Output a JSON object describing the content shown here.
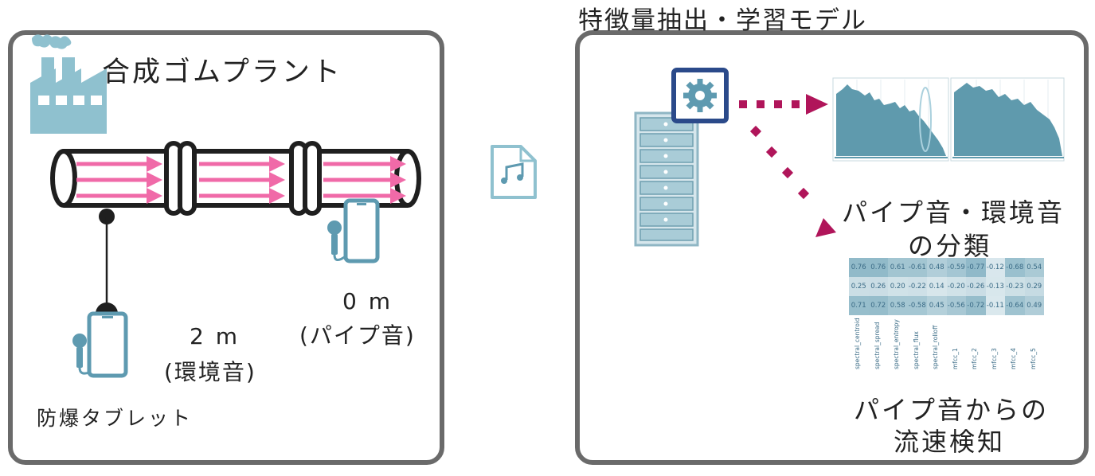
{
  "left_panel": {
    "title": "合成ゴムプラント",
    "distance_near": "0 m",
    "distance_near_label": "(パイプ音)",
    "distance_far": "2 m",
    "distance_far_label": "(環境音)",
    "device_label": "防爆タブレット"
  },
  "right_panel": {
    "title": "特徴量抽出・学習モデル",
    "classification_line1": "パイプ音・環境音",
    "classification_line2": "の分類",
    "detection_line1": "パイプ音からの",
    "detection_line2": "流速検知"
  },
  "heatmap": {
    "features": [
      "spectral_centroid",
      "spectral_spread",
      "spectral_entropy",
      "spectral_flux",
      "spectral_rolloff",
      "mfcc_1",
      "mfcc_2",
      "mfcc_3",
      "mfcc_4",
      "mfcc_5"
    ],
    "rows": [
      [
        "0.76",
        "0.76",
        "0.61",
        "-0.61",
        "0.48",
        "-0.59",
        "-0.77",
        "-0.12",
        "-0.68",
        "0.54"
      ],
      [
        "0.25",
        "0.26",
        "0.20",
        "-0.22",
        "0.14",
        "-0.20",
        "-0.26",
        "-0.13",
        "-0.23",
        "0.29"
      ],
      [
        "0.71",
        "0.72",
        "0.58",
        "-0.58",
        "0.45",
        "-0.56",
        "-0.72",
        "-0.11",
        "-0.64",
        "0.49"
      ]
    ],
    "values": [
      [
        0.76,
        0.76,
        0.61,
        -0.61,
        0.48,
        -0.59,
        -0.77,
        -0.12,
        -0.68,
        0.54
      ],
      [
        0.25,
        0.26,
        0.2,
        -0.22,
        0.14,
        -0.2,
        -0.26,
        -0.13,
        -0.23,
        0.29
      ],
      [
        0.71,
        0.72,
        0.58,
        -0.58,
        0.45,
        -0.56,
        -0.72,
        -0.11,
        -0.64,
        0.49
      ]
    ]
  },
  "colors": {
    "frame": "#6a6a6a",
    "icon_blue": "#5e9ab0",
    "flow_pink": "#f06aa8",
    "arrow_magenta": "#b0155a",
    "gear_box": "#2b4a8a",
    "spectrum_fill": "#5f9aad"
  },
  "icons": [
    "factory-icon",
    "pipe",
    "microphone-icon",
    "tablet-icon",
    "audio-file-icon",
    "server-icon",
    "gear-icon",
    "spectrogram-chart",
    "heatmap-table"
  ]
}
